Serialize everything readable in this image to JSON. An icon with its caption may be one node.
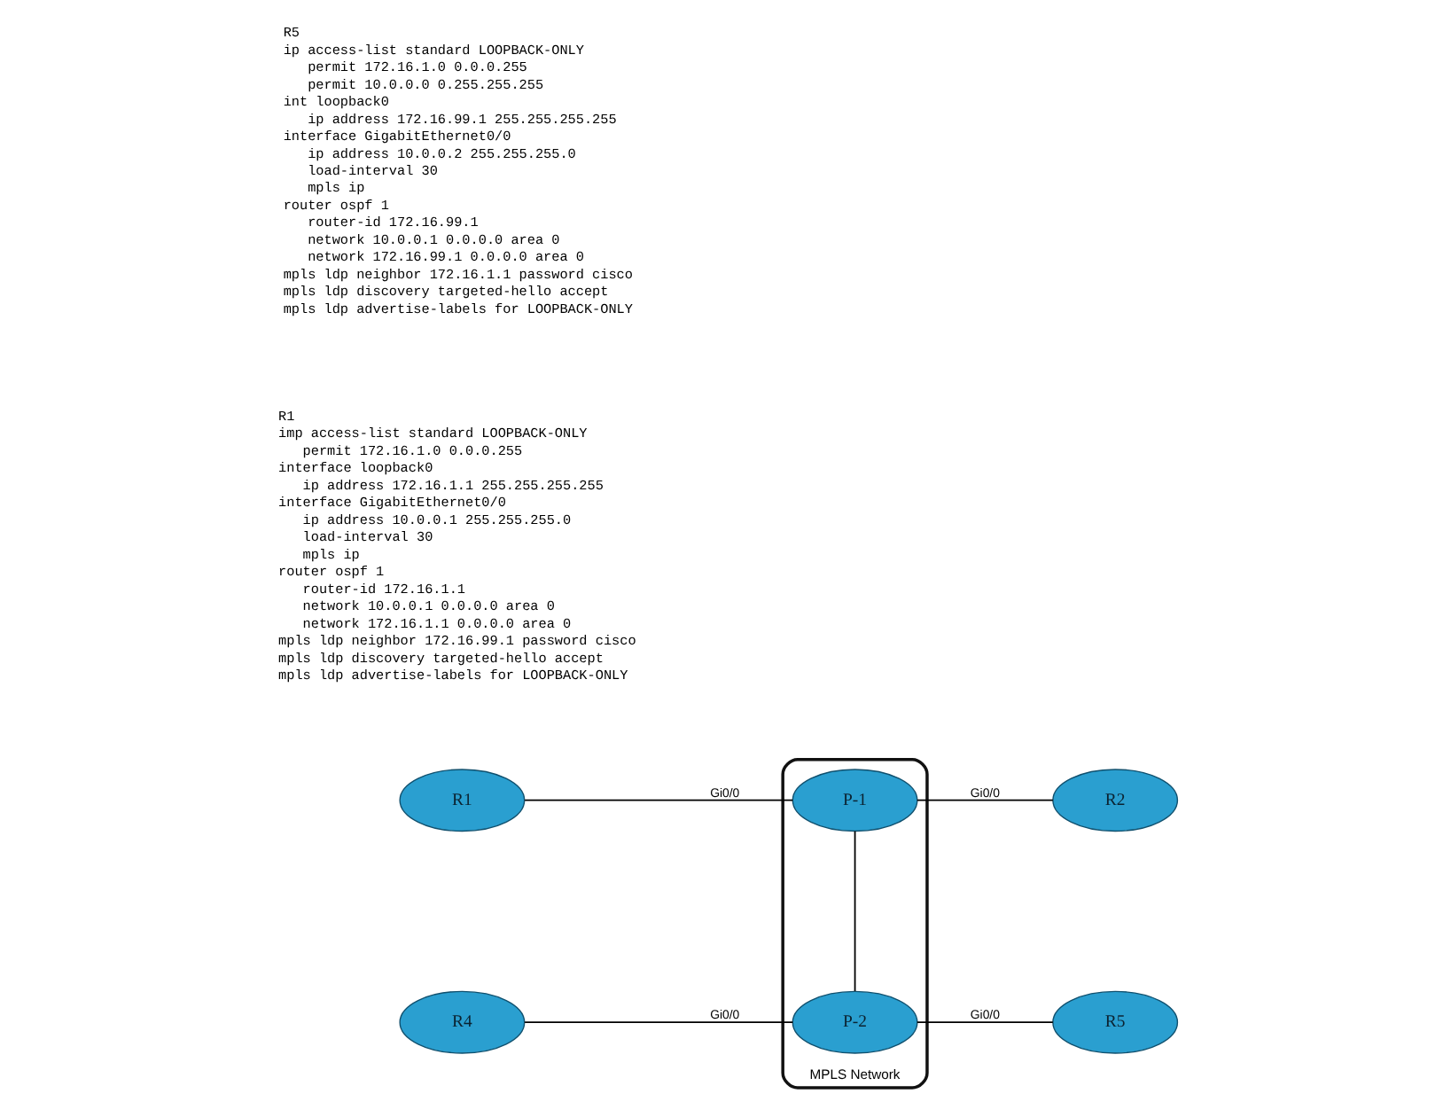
{
  "diagram": {
    "nodes": [
      {
        "text": [
          "MPLS Network"
        ]
      },
      {
        "text": [
          "R1"
        ]
      },
      {
        "text": [
          "P-1"
        ],
        "in": 0
      },
      {
        "text": [
          "R2"
        ]
      },
      {
        "text": [
          "R4"
        ]
      },
      {
        "text": [
          "P-2"
        ],
        "in": 0
      },
      {
        "text": [
          "R5"
        ]
      }
    ],
    "edges": [
      {
        "from": 1,
        "to": 2,
        "arrow": "none",
        "label": "Gi0/0"
      },
      {
        "from": 2,
        "to": 3,
        "arrow": "none",
        "label": "Gi0/0"
      },
      {
        "from": 2,
        "to": 5,
        "arrow": "none"
      },
      {
        "from": 4,
        "to": 5,
        "arrow": "none",
        "label": "Gi0/0"
      },
      {
        "from": 5,
        "to": 6,
        "arrow": "none",
        "label": "Gi0/0"
      }
    ],
    "labels": [
      "R1",
      "imp access-list standard LOOPBACK-ONLY",
      "permit 172.16.1.0 0.0.0.255",
      "interface loopback0",
      "ip address 172.16.1.1 255.255.255.255",
      "interface GigabitEthernet0/0",
      "ip address 10.0.0.1 255.255.255.0",
      "load-interval 30",
      "mpls ip",
      "router ospf 1",
      "router-id 172.16.1.1",
      "network 10.0.0.1 0.0.0.0 area 0",
      "network 172.16.1.1 0.0.0.0 area 0",
      "mpls ldp neighbor 172.16.99.1 password cisco",
      "mpls ldp discovery targeted-hello accept",
      "mpls ldp advertise-labels for LOOPBACK-ONLY",
      "R5",
      "ip access-list standard LOOPBACK-ONLY",
      "permit 172.16.1.0 0.0.0.255",
      "permit 10.0.0.0 0.255.255.255",
      "int loopback0",
      "ip address 172.16.99.1 255.255.255.255",
      "interface GigabitEthernet0/0",
      "ip address 10.0.0.2 255.255.255.0",
      "load-interval 30",
      "mpls ip",
      "router ospf 1",
      "router-id 172.16.99.1",
      "network 10.0.0.1 0.0.0.0 area 0",
      "network 172.16.99.1 0.0.0.0 area 0",
      "mpls ldp neighbor 172.16.1.1 password cisco",
      "mpls ldp discovery targeted-hello accept",
      "mpls ldp advertise-labels for LOOPBACK-ONLY"
    ]
  }
}
